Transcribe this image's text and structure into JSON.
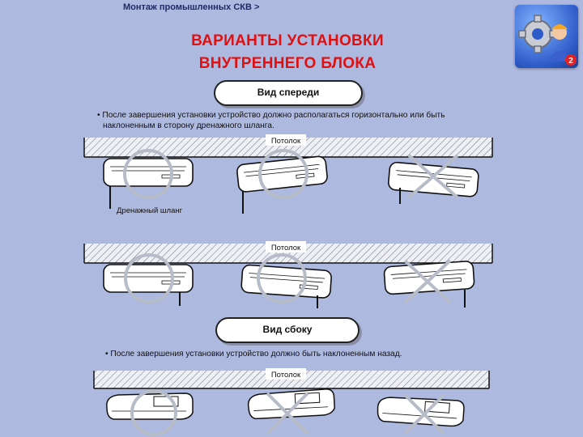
{
  "breadcrumb": "Монтаж промышленных СКВ >",
  "title_line1": "ВАРИАНТЫ УСТАНОВКИ",
  "title_line2": "ВНУТРЕННЕГО БЛОКА",
  "front": {
    "heading": "Вид спереди",
    "note_line1": "• После завершения установки устройство должно располагаться горизонтально или быть",
    "note_line2": "наклоненным в сторону дренажного шланга.",
    "ceiling_label": "Потолок",
    "hose_label": "Дренажный шланг"
  },
  "side": {
    "heading": "Вид сбоку",
    "note_line1": "• После завершения установки устройство должно быть наклоненным назад.",
    "ceiling_label": "Потолок"
  },
  "logo_badge": "2",
  "colors": {
    "title": "#e01010",
    "background": "#aeb9e0",
    "mark": "#b7bcc9"
  }
}
